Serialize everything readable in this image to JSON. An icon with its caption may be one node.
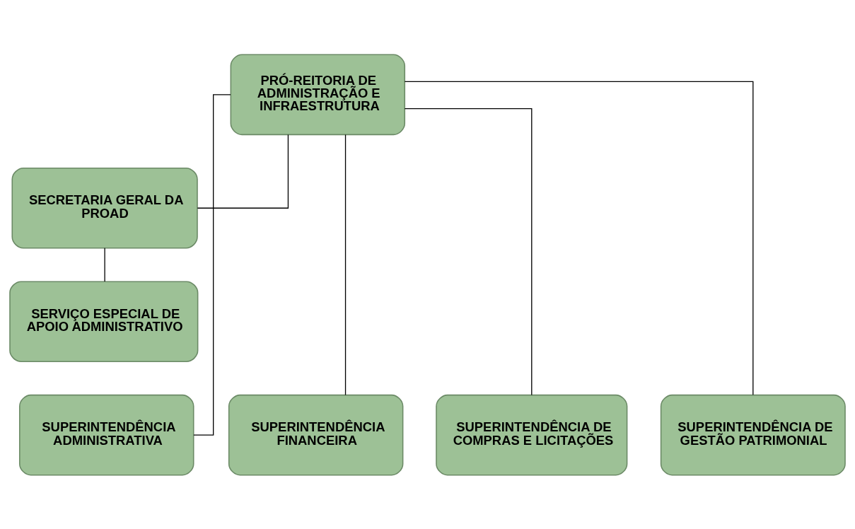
{
  "diagram": {
    "nodes": [
      {
        "text": [
          "PRÓ-REITORIA DE ADMINISTRAÇÃO E INFRAESTRUTURA"
        ]
      },
      {
        "text": [
          "SECRETARIA GERAL DA PROAD"
        ]
      },
      {
        "text": [
          "SERVIÇO ESPECIAL DE APOIO ADMINISTRATIVO"
        ]
      },
      {
        "text": [
          "SUPERINTENDÊNCIA ADMINISTRATIVA"
        ]
      },
      {
        "text": [
          "SUPERINTENDÊNCIA FINANCEIRA"
        ]
      },
      {
        "text": [
          "SUPERINTENDÊNCIA DE COMPRAS E LICITAÇÕES"
        ]
      },
      {
        "text": [
          "SUPERINTENDÊNCIA DE GESTÃO PATRIMONIAL"
        ]
      }
    ],
    "edges": [
      {
        "from": 0,
        "to": 1,
        "arrow": "none"
      },
      {
        "from": 1,
        "to": 2,
        "arrow": "none"
      },
      {
        "from": 0,
        "to": 3,
        "arrow": "none"
      },
      {
        "from": 0,
        "to": 4,
        "arrow": "none"
      },
      {
        "from": 0,
        "to": 5,
        "arrow": "none"
      },
      {
        "from": 0,
        "to": 6,
        "arrow": "none"
      }
    ]
  }
}
